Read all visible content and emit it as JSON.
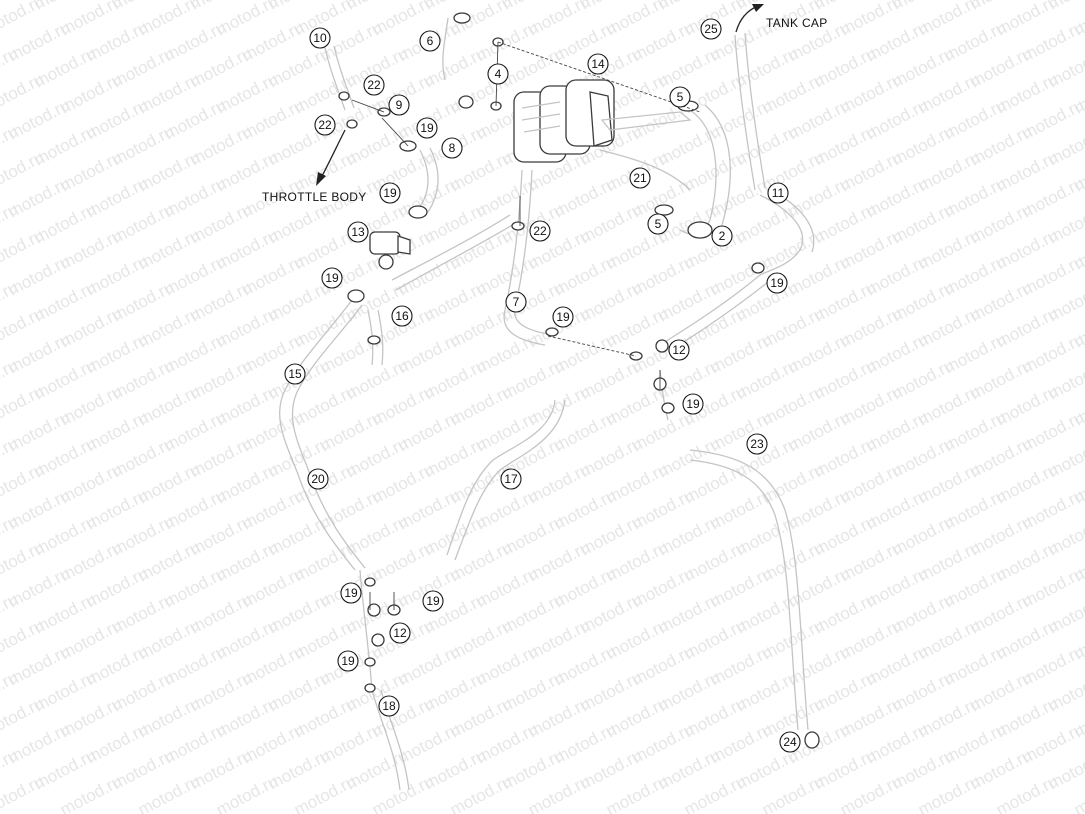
{
  "watermark": "motod.ru",
  "labels": {
    "throttle_body": "THROTTLE BODY",
    "tank_cap": "TANK CAP"
  },
  "callouts": [
    "10",
    "6",
    "25",
    "22",
    "9",
    "4",
    "14",
    "5",
    "22",
    "19",
    "8",
    "19",
    "21",
    "11",
    "13",
    "22",
    "5",
    "2",
    "19",
    "19",
    "7",
    "16",
    "19",
    "12",
    "15",
    "19",
    "23",
    "20",
    "17",
    "19",
    "19",
    "12",
    "19",
    "18",
    "24"
  ]
}
